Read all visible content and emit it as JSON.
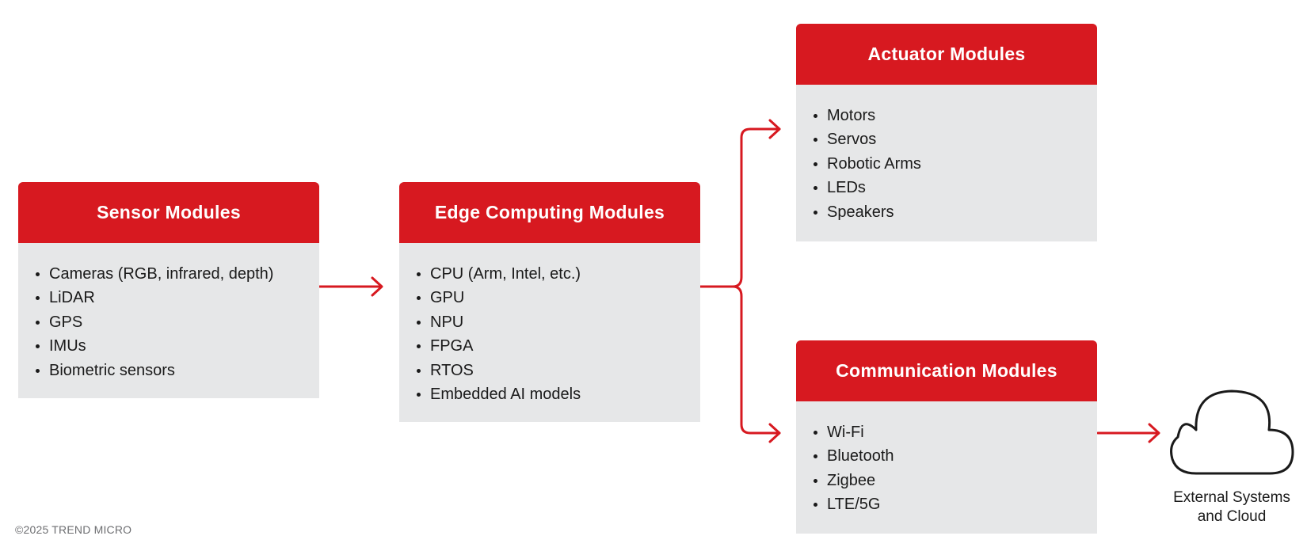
{
  "colors": {
    "accent": "#d71920",
    "panel": "#e6e7e8",
    "text": "#1a1a1a",
    "muted": "#6d6e71"
  },
  "modules": {
    "sensor": {
      "title": "Sensor Modules",
      "items": [
        "Cameras (RGB, infrared, depth)",
        "LiDAR",
        "GPS",
        "IMUs",
        "Biometric sensors"
      ]
    },
    "edge": {
      "title": "Edge Computing Modules",
      "items": [
        "CPU (Arm, Intel, etc.)",
        "GPU",
        "NPU",
        "FPGA",
        "RTOS",
        "Embedded AI models"
      ]
    },
    "actuator": {
      "title": "Actuator Modules",
      "items": [
        "Motors",
        "Servos",
        "Robotic Arms",
        "LEDs",
        "Speakers"
      ]
    },
    "communication": {
      "title": "Communication Modules",
      "items": [
        "Wi-Fi",
        "Bluetooth",
        "Zigbee",
        "LTE/5G"
      ]
    }
  },
  "cloud": {
    "icon": "cloud-icon",
    "label_line1": "External Systems",
    "label_line2": "and Cloud"
  },
  "copyright": "©2025 TREND MICRO"
}
